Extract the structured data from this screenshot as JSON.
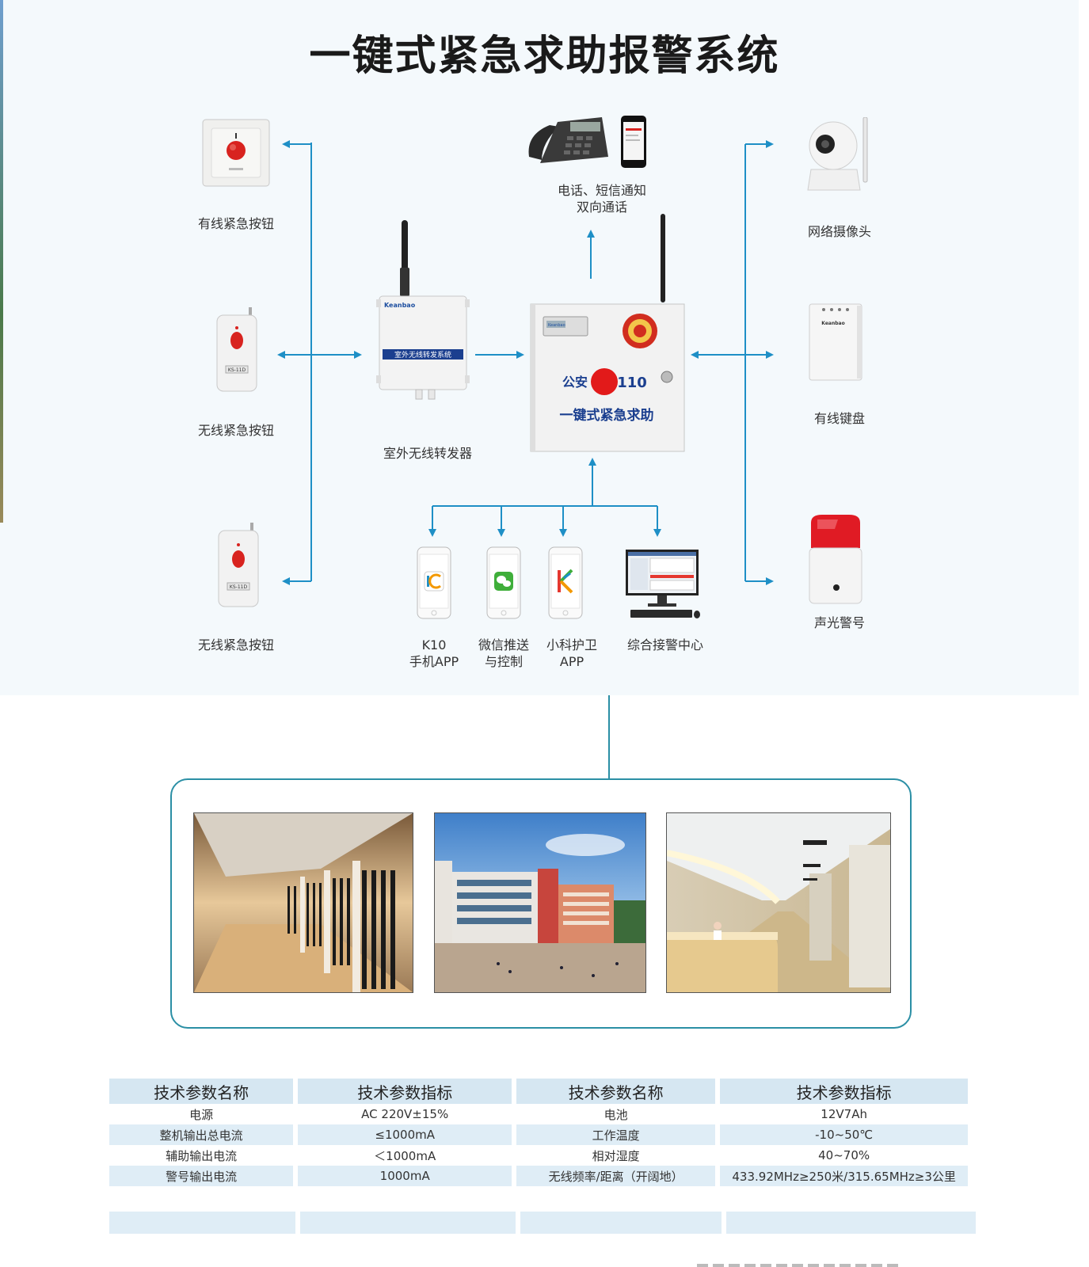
{
  "title": "一键式紧急求助报警系统",
  "devices": {
    "wired_button": "有线紧急按钮",
    "wireless_button_1": "无线紧急按钮",
    "wireless_button_2": "无线紧急按钮",
    "repeater": "室外无线转发器",
    "repeater_panel_text": "室外无线转发系统",
    "notify_line1": "电话、短信通知",
    "notify_line2": "双向通话",
    "camera": "网络摄像头",
    "keypad": "有线键盘",
    "siren": "声光警号",
    "host_badge_left": "公安",
    "host_badge_right": "110",
    "host_caption": "一键式紧急求助",
    "remote_tag": "KS-11D",
    "keypad_brand": "Keanbao",
    "host_brand": "Keanbao"
  },
  "apps": {
    "k10_line1": "K10",
    "k10_line2": "手机APP",
    "wechat_line1": "微信推送",
    "wechat_line2": "与控制",
    "guard_line1": "小科护卫",
    "guard_line2": "APP",
    "center": "综合接警中心"
  },
  "table": {
    "headers": [
      "技术参数名称",
      "技术参数指标",
      "技术参数名称",
      "技术参数指标"
    ],
    "rows": [
      [
        "电源",
        "AC 220V±15%",
        "电池",
        "12V7Ah"
      ],
      [
        "整机输出总电流",
        "≤1000mA",
        "工作温度",
        "-10~50℃"
      ],
      [
        "辅助输出电流",
        "＜1000mA",
        "相对湿度",
        "40~70%"
      ],
      [
        "警号输出电流",
        "1000mA",
        "无线频率/距离（开阔地）",
        "433.92MHz≥250米/315.65MHz≥3公里"
      ]
    ]
  },
  "colors": {
    "arrow": "#1e8fc6",
    "frame": "#2b8fa5",
    "table_shade": "#dfedf6",
    "diagram_bg": "#f4f9fc"
  }
}
